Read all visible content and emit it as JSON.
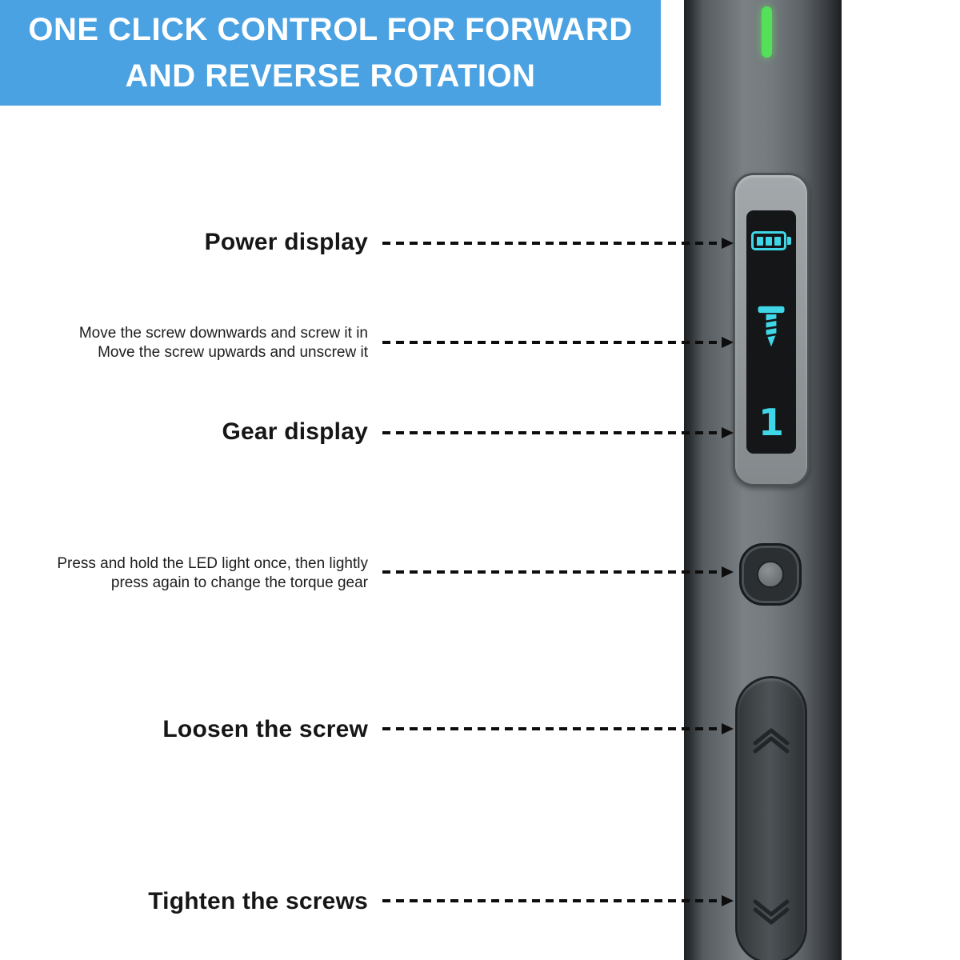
{
  "banner": {
    "line1": "ONE CLICK CONTROL FOR FORWARD",
    "line2": "AND REVERSE ROTATION",
    "bg_color": "#4aa2e2",
    "text_color": "#ffffff"
  },
  "callouts": {
    "power_display": {
      "label": "Power display"
    },
    "screw_direction": {
      "line1": "Move the screw downwards and screw it in",
      "line2": "Move the screw upwards and unscrew it"
    },
    "gear_display": {
      "label": "Gear display"
    },
    "torque_button": {
      "line1": "Press and hold the LED light once, then lightly",
      "line2": "press again to change the torque gear"
    },
    "loosen": {
      "label": "Loosen the screw"
    },
    "tighten": {
      "label": "Tighten the screws"
    }
  },
  "device": {
    "power_led": {
      "icon": "power-led",
      "color": "#55e05a"
    },
    "display": {
      "battery_icon": "battery-full-icon",
      "battery_level": "full",
      "screw_icon": "screw-down-icon",
      "gear_value": "1",
      "accent_color": "#3fd6e8"
    },
    "buttons": {
      "torque": "led-torque-button",
      "loosen": "chevron-up-icon",
      "tighten": "chevron-down-icon"
    }
  }
}
